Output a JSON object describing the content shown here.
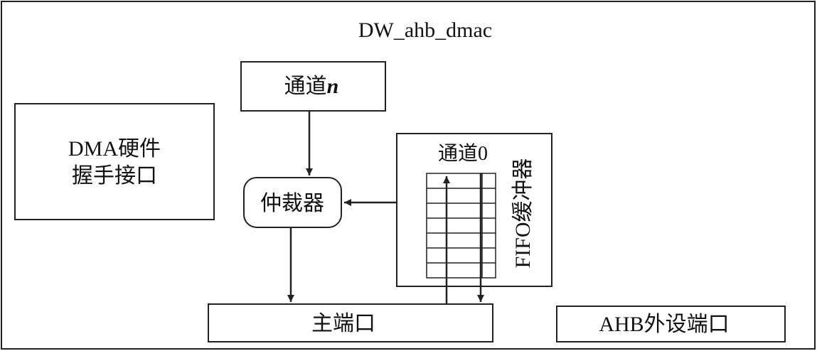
{
  "diagram": {
    "title": "DW_ahb_dmac",
    "blocks": {
      "dma_handshake": {
        "line1": "DMA硬件",
        "line2": "握手接口"
      },
      "channel_n": {
        "label": "通道",
        "label_italic": "n"
      },
      "arbiter": {
        "label": "仲裁器"
      },
      "channel_0": {
        "label": "通道0"
      },
      "fifo": {
        "label": "FIFO缓冲器"
      },
      "master_port": {
        "label": "主端口"
      },
      "ahb_slave_port": {
        "label": "AHB外设端口"
      }
    }
  }
}
